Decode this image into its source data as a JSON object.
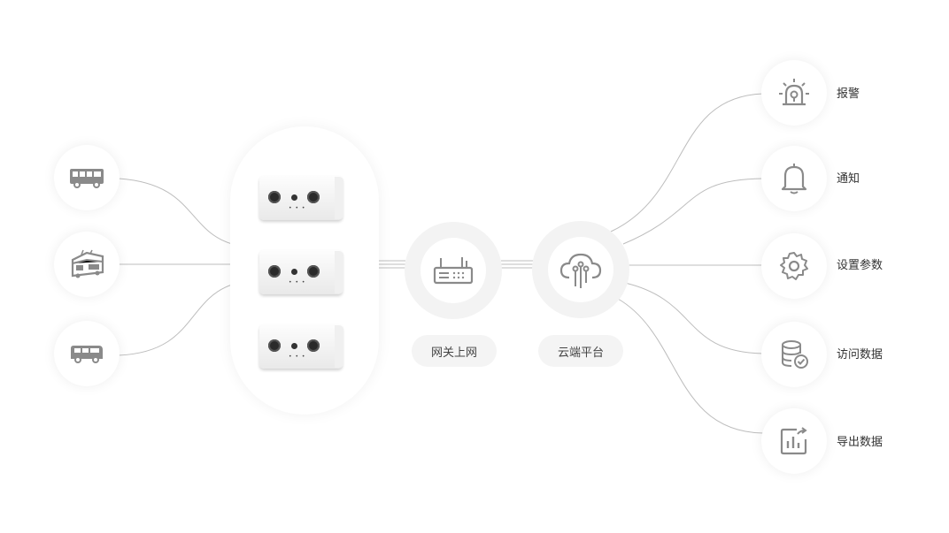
{
  "gateway": {
    "label": "网关上网",
    "icon": "router-icon"
  },
  "cloud": {
    "label": "云端平台",
    "icon": "cloud-circuit-icon"
  },
  "vehicles": [
    {
      "icon": "bus-side-icon"
    },
    {
      "icon": "tram-front-icon"
    },
    {
      "icon": "van-side-icon"
    }
  ],
  "cameras": [
    {
      "icon": "stereo-camera"
    },
    {
      "icon": "stereo-camera"
    },
    {
      "icon": "stereo-camera"
    }
  ],
  "outputs": [
    {
      "label": "报警",
      "icon": "alarm-light-icon"
    },
    {
      "label": "通知",
      "icon": "bell-icon"
    },
    {
      "label": "设置参数",
      "icon": "gear-icon"
    },
    {
      "label": "访问数据",
      "icon": "database-check-icon"
    },
    {
      "label": "导出数据",
      "icon": "export-chart-icon"
    }
  ],
  "colors": {
    "icon": "#8a8a8a",
    "line": "#bdbdbd",
    "pill_bg": "#f4f4f4",
    "hub_ring": "#f3f3f3"
  }
}
